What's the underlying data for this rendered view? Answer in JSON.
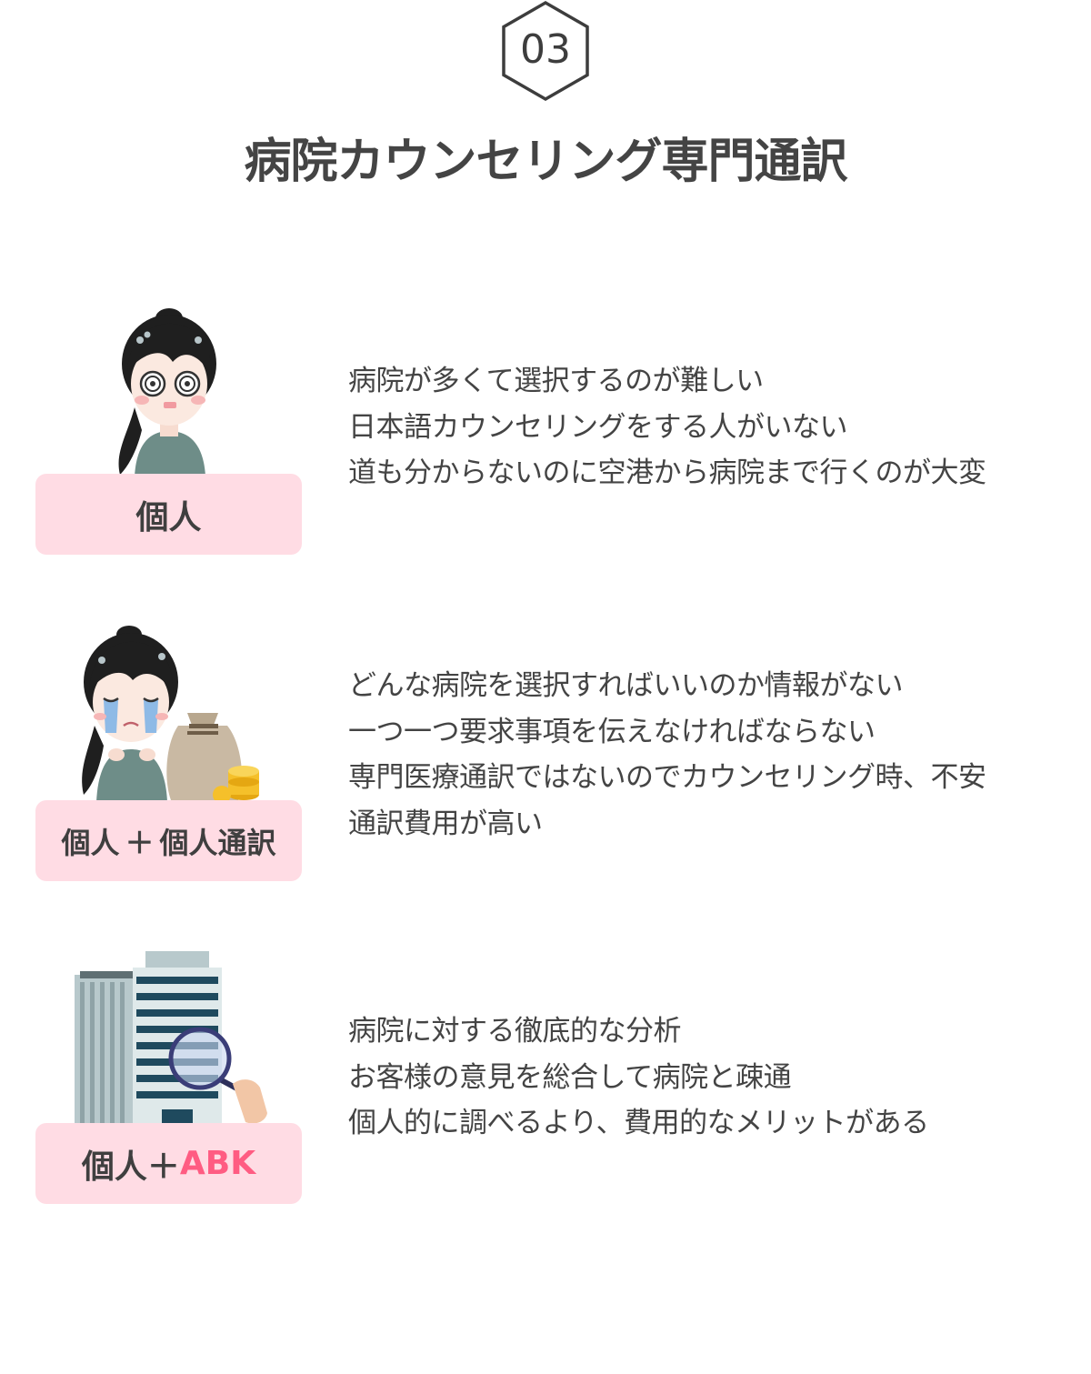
{
  "badge": {
    "number": "03"
  },
  "title": "病院カウンセリング専門通訳",
  "sections": [
    {
      "label": "個人",
      "lines": [
        "病院が多くて選択するのが難しい",
        "日本語カウンセリングをする人がいない",
        "道も分からないのに空港から病院まで行くのが大変"
      ],
      "illustration": "confused-woman"
    },
    {
      "label_a": "個人",
      "label_plus": "＋",
      "label_b": "個人通訳",
      "lines": [
        "どんな病院を選択すればいいのか情報がない",
        "一つ一つ要求事項を伝えなければならない",
        "専門医療通訳ではないのでカウンセリング時、不安",
        "通訳費用が高い"
      ],
      "illustration": "crying-woman-with-money"
    },
    {
      "label_a": "個人",
      "label_plus": "＋",
      "label_accent": "ABK",
      "lines": [
        "病院に対する徹底的な分析",
        "お客様の意見を総合して病院と疎通",
        "個人的に調べるより、費用的なメリットがある"
      ],
      "illustration": "hospital-building-magnifier"
    }
  ],
  "colors": {
    "label_bg": "#ffdce4",
    "accent": "#ff5c82",
    "text": "#444444"
  }
}
